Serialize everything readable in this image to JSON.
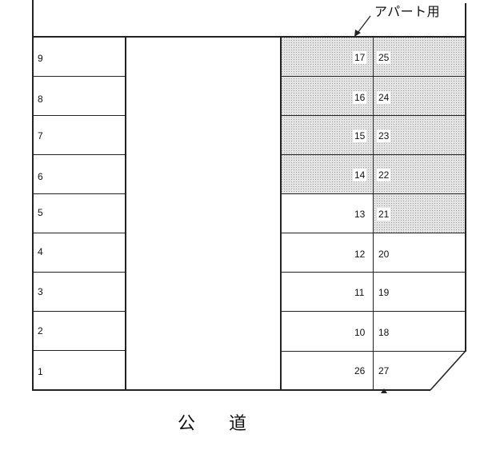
{
  "diagram": {
    "title_label": "アパート用",
    "road_label": "公 道",
    "colors": {
      "line": "#222222",
      "shade": "#e4e4e4",
      "background": "#ffffff"
    },
    "left_column_spaces": [
      {
        "number": "9"
      },
      {
        "number": "8"
      },
      {
        "number": "7"
      },
      {
        "number": "6"
      },
      {
        "number": "5"
      },
      {
        "number": "4"
      },
      {
        "number": "3"
      },
      {
        "number": "2"
      },
      {
        "number": "1"
      }
    ],
    "right_block_rows": [
      {
        "left": "17",
        "right": "25",
        "left_shaded": true,
        "right_shaded": true
      },
      {
        "left": "16",
        "right": "24",
        "left_shaded": true,
        "right_shaded": true
      },
      {
        "left": "15",
        "right": "23",
        "left_shaded": true,
        "right_shaded": true
      },
      {
        "left": "14",
        "right": "22",
        "left_shaded": true,
        "right_shaded": true
      },
      {
        "left": "13",
        "right": "21",
        "left_shaded": false,
        "right_shaded": true
      },
      {
        "left": "12",
        "right": "20",
        "left_shaded": false,
        "right_shaded": false
      },
      {
        "left": "11",
        "right": "19",
        "left_shaded": false,
        "right_shaded": false
      },
      {
        "left": "10",
        "right": "18",
        "left_shaded": false,
        "right_shaded": false
      },
      {
        "left": "26",
        "right": "27",
        "left_shaded": false,
        "right_shaded": false
      }
    ]
  }
}
